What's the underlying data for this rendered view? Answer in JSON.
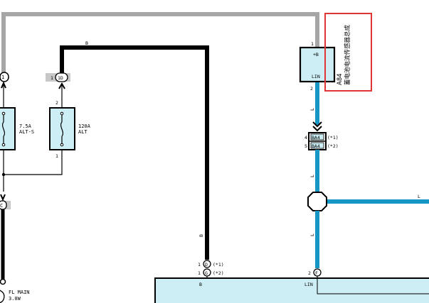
{
  "colors": {
    "grey_wire": "#a6a6a6",
    "black_wire": "#000000",
    "blue_wire": "#1596c4",
    "box_fill": "#cdeef4",
    "highlight": "#e03535",
    "tag_fill": "#c8c8c8"
  },
  "wires": {
    "b_top": "B",
    "b_vertical": "B",
    "b_ecu": "B",
    "l_upper": "L",
    "l_middle": "L",
    "l_lower": "L",
    "l_branch": "L"
  },
  "connectors": {
    "left_1": {
      "label": "1"
    },
    "tag_1d": {
      "pin": "1",
      "label": "1D"
    },
    "tag_1c": {
      "label": "C"
    }
  },
  "fuses": {
    "left": {
      "rating": "7.5A",
      "name": "ALT-S"
    },
    "right": {
      "rating": "120A",
      "name": "ALT",
      "pin_top": "2",
      "pin_bottom": "1"
    }
  },
  "sensor": {
    "pin_top": "1",
    "terminal_top": "+B",
    "terminal_bottom": "LIN",
    "pin_bottom": "2",
    "code": "A84",
    "name": "蓄电池电流传感器总成"
  },
  "junction": {
    "rows": [
      {
        "pin": "4",
        "code": "BA4",
        "note": "(*1)"
      },
      {
        "pin": "5",
        "code": "BA4",
        "note": "(*2)"
      }
    ]
  },
  "ecu_pins": {
    "b_rows": [
      {
        "pin": "1",
        "letter": "D",
        "note": "(*1)"
      },
      {
        "pin": "1",
        "letter": "G",
        "note": "(*2)"
      }
    ],
    "lin_pin": "2",
    "lin_letter": "F"
  },
  "ecu": {
    "terminal_b": "B",
    "terminal_lin": "LIN"
  },
  "fl_main": {
    "name": "FL MAIN",
    "size": "3.0W"
  }
}
